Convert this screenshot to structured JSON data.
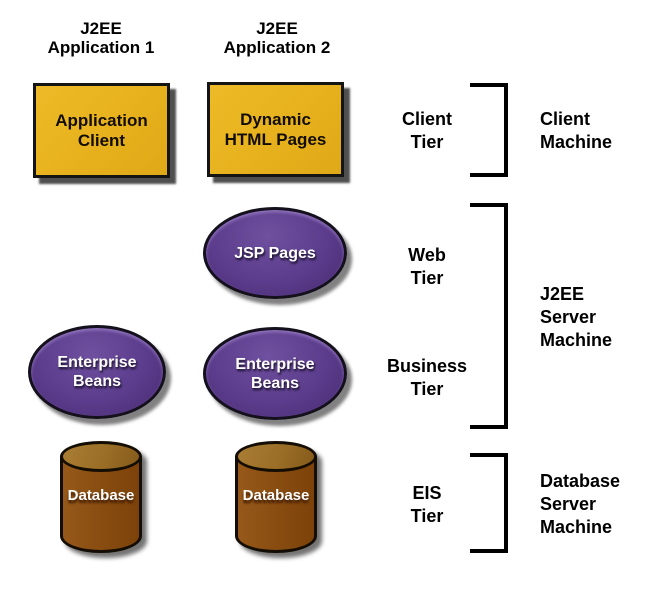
{
  "diagram": {
    "colors": {
      "gold_box": "#E6B01C",
      "purple_ellipse": "#5B3C8C",
      "cylinder_body": "#8A4E12",
      "cylinder_top": "#9A6E26",
      "outline": "#000000",
      "background": "#FFFFFF",
      "shape_text": "#FFFFFF"
    },
    "applications": [
      {
        "header": "J2EE\nApplication 1",
        "client_component": "Application\nClient",
        "business_component": "Enterprise\nBeans",
        "eis_component": "Database"
      },
      {
        "header": "J2EE\nApplication 2",
        "client_component": "Dynamic\nHTML Pages",
        "web_component": "JSP Pages",
        "business_component": "Enterprise\nBeans",
        "eis_component": "Database"
      }
    ],
    "tiers": [
      {
        "label": "Client\nTier"
      },
      {
        "label": "Web\nTier"
      },
      {
        "label": "Business\nTier"
      },
      {
        "label": "EIS\nTier"
      }
    ],
    "machines": [
      {
        "label": "Client\nMachine"
      },
      {
        "label": "J2EE\nServer\nMachine"
      },
      {
        "label": "Database\nServer\nMachine"
      }
    ]
  }
}
